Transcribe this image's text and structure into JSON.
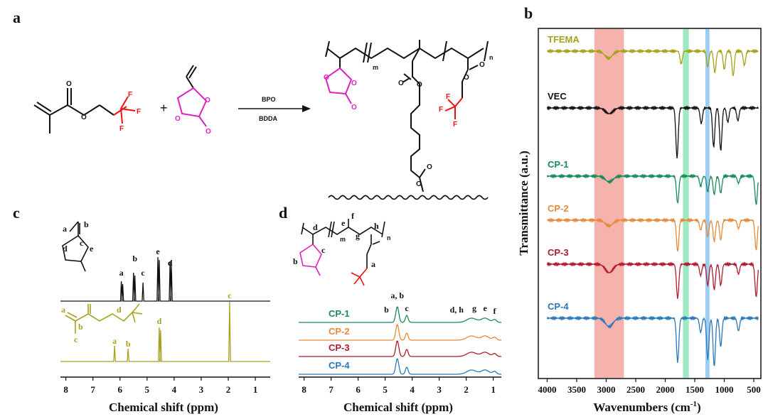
{
  "panels": {
    "a": {
      "label": "a",
      "reagents": [
        "BPO",
        "BDDA"
      ],
      "plus": "+",
      "subscripts": [
        "m",
        "n"
      ],
      "atoms": {
        "O": "O",
        "F": "F"
      }
    },
    "b": {
      "label": "b",
      "xlabel_main": "Wavenumbers (cm",
      "xlabel_sup": "-1",
      "xlabel_end": ")",
      "ylabel": "Transmittance (a.u.)",
      "ticks": [
        "4000",
        "3500",
        "3000",
        "2500",
        "2000",
        "1500",
        "1000",
        "500"
      ],
      "series": [
        {
          "name": "TFEMA",
          "color": "#a6a21c"
        },
        {
          "name": "VEC",
          "color": "#111111"
        },
        {
          "name": "CP-1",
          "color": "#1a8a5a"
        },
        {
          "name": "CP-2",
          "color": "#e58a3a"
        },
        {
          "name": "CP-3",
          "color": "#b01c2c"
        },
        {
          "name": "CP-4",
          "color": "#2a78b8"
        }
      ],
      "bands": [
        {
          "from": 3200,
          "to": 2700,
          "color": "#f4a6a0"
        },
        {
          "from": 1700,
          "to": 1600,
          "color": "#8fe6b8"
        },
        {
          "from": 1320,
          "to": 1250,
          "color": "#8cc6f0"
        }
      ]
    },
    "c": {
      "label": "c",
      "xlabel": "Chemical shift (ppm)",
      "ticks": [
        "8",
        "7",
        "6",
        "5",
        "4",
        "3",
        "2",
        "1"
      ],
      "vec_peaks": [
        "a",
        "b",
        "c",
        "e",
        "d"
      ],
      "vec_struct_labels": [
        "a",
        "b",
        "c",
        "d",
        "e"
      ],
      "tfema_peaks": [
        "a",
        "b",
        "d",
        "c"
      ],
      "tfema_struct_labels": [
        "a",
        "b",
        "c",
        "d"
      ]
    },
    "d": {
      "label": "d",
      "xlabel": "Chemical shift (ppm)",
      "ticks": [
        "8",
        "7",
        "6",
        "5",
        "4",
        "3",
        "2",
        "1"
      ],
      "peaks": [
        "a, b",
        "b",
        "c",
        "d, h",
        "g",
        "e",
        "f"
      ],
      "struct_labels": [
        "d",
        "e",
        "f",
        "g",
        "h",
        "m",
        "n",
        "c",
        "b",
        "a"
      ],
      "series": [
        {
          "name": "CP-1",
          "color": "#1a8a5a"
        },
        {
          "name": "CP-2",
          "color": "#e58a3a"
        },
        {
          "name": "CP-3",
          "color": "#b01c2c"
        },
        {
          "name": "CP-4",
          "color": "#2a78b8"
        }
      ]
    }
  }
}
